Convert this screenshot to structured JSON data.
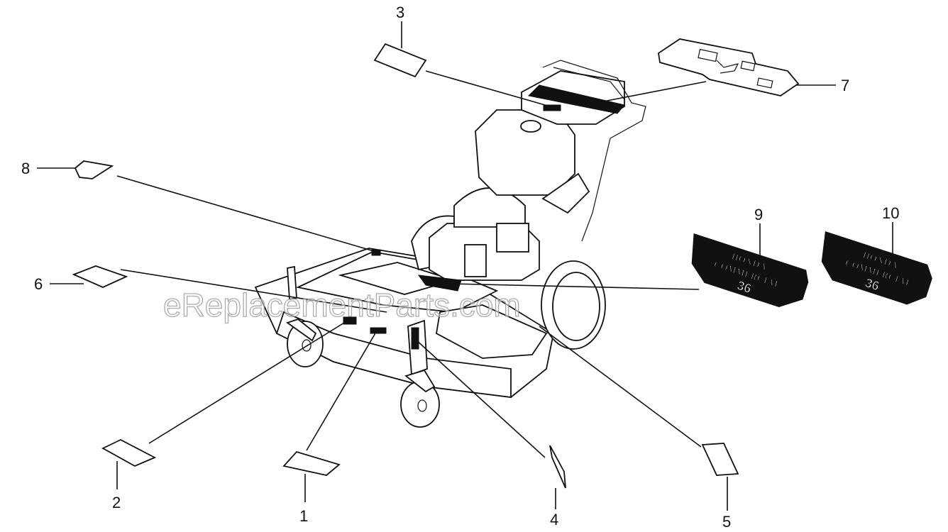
{
  "watermark": "eReplacementParts.com",
  "callouts": [
    {
      "id": "1",
      "label": "1"
    },
    {
      "id": "2",
      "label": "2"
    },
    {
      "id": "3",
      "label": "3"
    },
    {
      "id": "4",
      "label": "4"
    },
    {
      "id": "5",
      "label": "5"
    },
    {
      "id": "6",
      "label": "6"
    },
    {
      "id": "7",
      "label": "7"
    },
    {
      "id": "8",
      "label": "8"
    },
    {
      "id": "9",
      "label": "9"
    },
    {
      "id": "10",
      "label": "10"
    }
  ],
  "decal_9": {
    "line1": "HONDA",
    "line2": "COMMERCIAL",
    "size": "36"
  },
  "decal_10": {
    "line1": "HONDA",
    "line2": "COMMERCIAL",
    "size": "36"
  }
}
